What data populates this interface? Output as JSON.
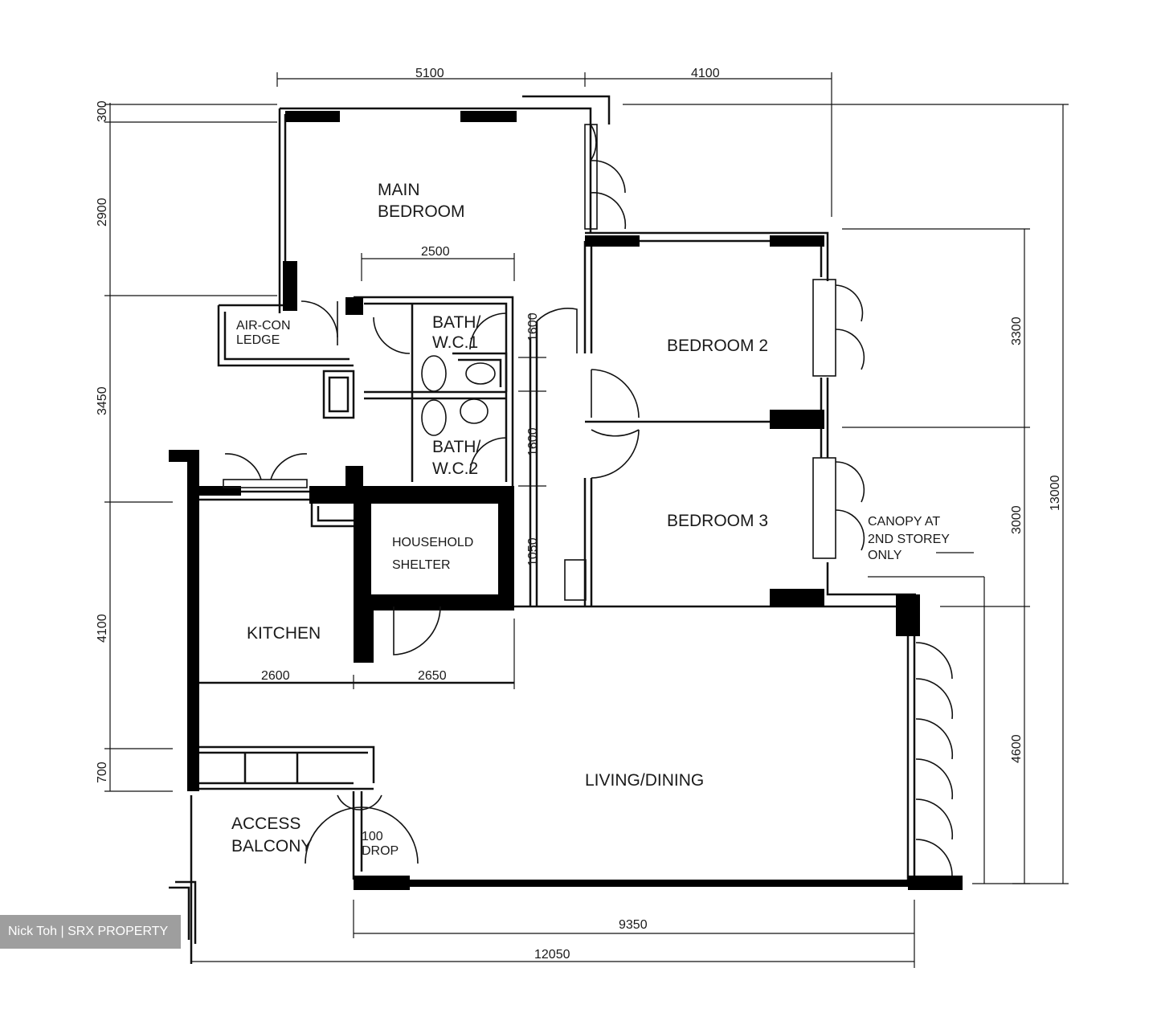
{
  "rooms": {
    "main_bedroom": [
      "MAIN",
      "BEDROOM"
    ],
    "bedroom_2": "BEDROOM  2",
    "bedroom_3": "BEDROOM  3",
    "bath_1": [
      "BATH/",
      "W.C.1"
    ],
    "bath_2": [
      "BATH/",
      "W.C.2"
    ],
    "aircon_ledge": [
      "AIR-CON",
      "LEDGE"
    ],
    "household_shelter": [
      "HOUSEHOLD",
      "SHELTER"
    ],
    "kitchen": "KITCHEN",
    "living_dining": "LIVING/DINING",
    "access_balcony": [
      "ACCESS",
      "BALCONY"
    ],
    "drop": [
      "100",
      "DROP"
    ],
    "canopy": [
      "CANOPY AT",
      "2ND STOREY",
      "ONLY"
    ]
  },
  "dimensions": {
    "top_left": "5100",
    "top_right": "4100",
    "bath_width": "2500",
    "kitchen_width": "2600",
    "store_width": "2650",
    "living_width": "9350",
    "total_width": "12050",
    "left_300": "300",
    "left_2900": "2900",
    "left_3450": "3450",
    "left_4100": "4100",
    "left_700": "700",
    "bath_1600_a": "1600",
    "bath_1600_b": "1600",
    "corridor_1050": "1050",
    "right_3300": "3300",
    "right_3000": "3000",
    "right_4600": "4600",
    "right_total": "13000"
  },
  "watermark": "Nick Toh | SRX PROPERTY"
}
